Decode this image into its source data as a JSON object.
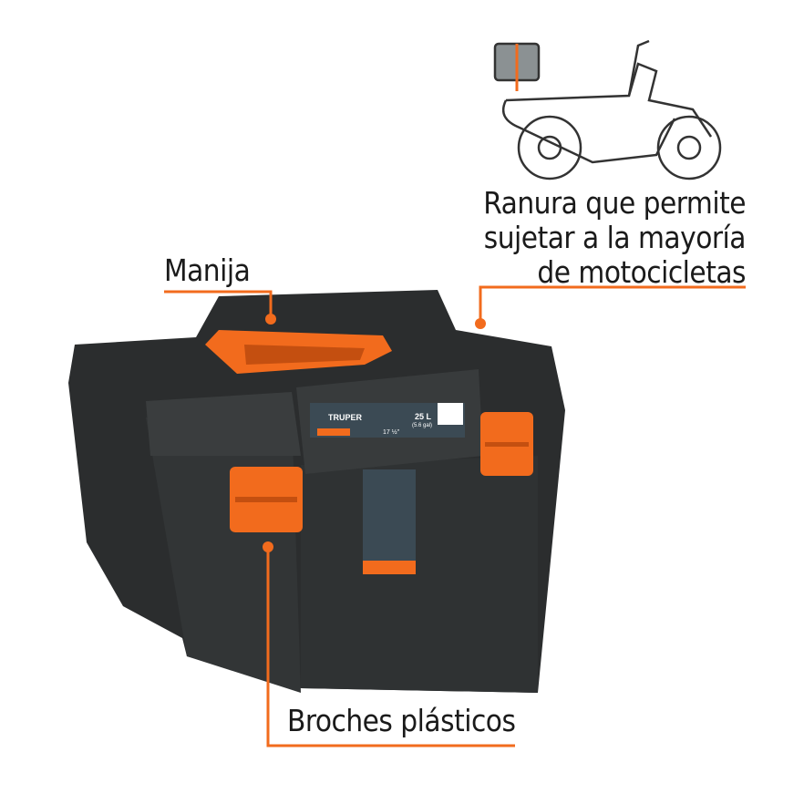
{
  "callouts": {
    "handle": "Manija",
    "slot_line1": "Ranura que permite",
    "slot_line2": "sujetar a la mayoría",
    "slot_line3": "de motocicletas",
    "clasps": "Broches plásticos"
  },
  "product_label": {
    "brand": "TRUPER",
    "capacity": "25 L",
    "capacity_gal": "(5.6 gal)",
    "size": "17 ½\""
  },
  "colors": {
    "accent": "#f26b1d",
    "body": "#2b2d2e",
    "text": "#1a1a1a"
  }
}
